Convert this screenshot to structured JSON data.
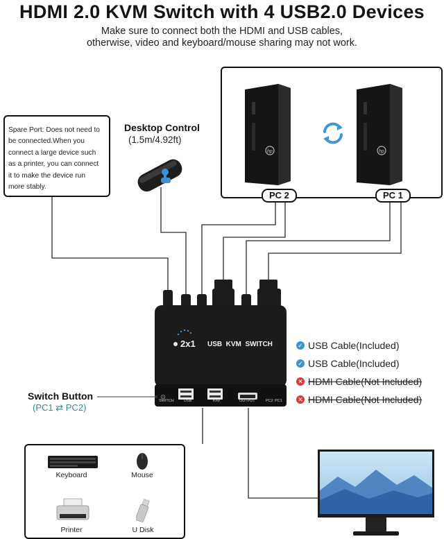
{
  "header": {
    "title": "HDMI 2.0 KVM Switch with 4 USB2.0 Devices",
    "subtitle_line1": "Make sure to connect both the HDMI and USB cables,",
    "subtitle_line2": "otherwise, video and keyboard/mouse sharing may not work."
  },
  "spare_port": {
    "line1": "Spare Port: Does not need to",
    "line2": "be connected.When you",
    "line3": "connect a large device such",
    "line4": "as a printer, you can connect",
    "line5": "it to make the device run",
    "line6": "more stably."
  },
  "desktop_control": {
    "title": "Desktop Control",
    "length": "(1.5m/4.92ft)"
  },
  "pcs": {
    "pc2": "PC 2",
    "pc1": "PC 1"
  },
  "switch_unit": {
    "badge": "2x1",
    "label": "USB  KVM  SWITCH",
    "ports": {
      "switch": "SWITCH",
      "usb": "USB",
      "km": "K/M",
      "output": "OUTPUT",
      "pc2": "PC2",
      "pc1": "PC1"
    }
  },
  "switch_button": {
    "title": "Switch Button",
    "sub_left": "(PC1",
    "sub_right": "PC2)"
  },
  "cables": [
    {
      "label": "USB Cable(Included)",
      "status": "included"
    },
    {
      "label": "USB Cable(Included)",
      "status": "included"
    },
    {
      "label": "HDMI Cable(Not Included)",
      "status": "not-included"
    },
    {
      "label": "HDMI Cable(Not Included)",
      "status": "not-included"
    }
  ],
  "devices": {
    "keyboard": "Keyboard",
    "mouse": "Mouse",
    "printer": "Printer",
    "udisk": "U Disk"
  },
  "colors": {
    "included": "#3d95d0",
    "not_included": "#d63c3c",
    "accent_teal": "#2a8f86",
    "switch_body": "#1b1b1b"
  }
}
